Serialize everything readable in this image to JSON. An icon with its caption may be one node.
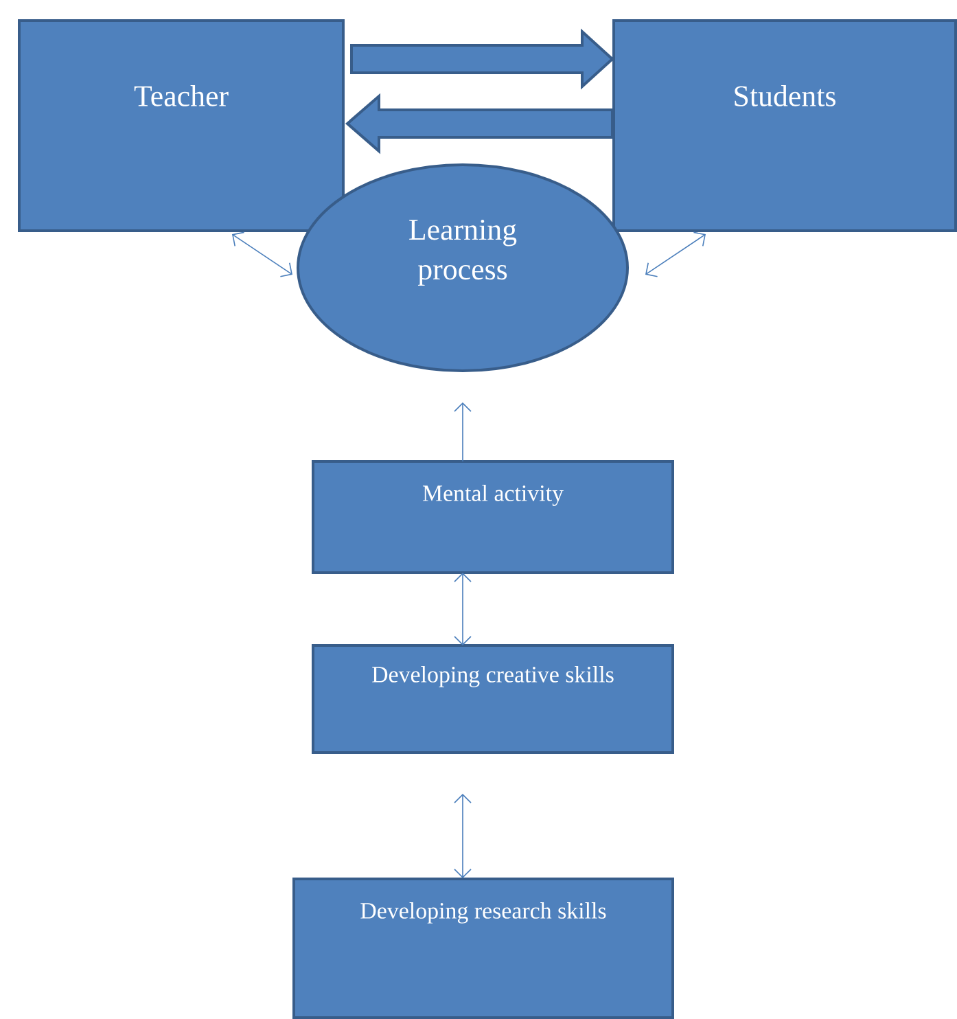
{
  "diagram": {
    "nodes": [
      {
        "text": [
          "Teacher"
        ]
      },
      {
        "text": [
          "Students"
        ]
      },
      {
        "text": [
          "Learning process"
        ]
      },
      {
        "text": [
          "Mental activity"
        ]
      },
      {
        "text": [
          "Developing creative skills"
        ]
      },
      {
        "text": [
          "Developing research skills"
        ]
      }
    ],
    "edges": [
      {
        "from": 0,
        "to": 1,
        "arrow": "to",
        "style": "thick"
      },
      {
        "from": 1,
        "to": 0,
        "arrow": "to",
        "style": "thick"
      },
      {
        "from": 2,
        "to": 0,
        "arrow": "both"
      },
      {
        "from": 1,
        "to": 2,
        "arrow": "both"
      },
      {
        "from": 3,
        "to": 2,
        "arrow": "to"
      },
      {
        "from": 4,
        "to": 3,
        "arrow": "both"
      },
      {
        "from": 5,
        "to": 4,
        "arrow": "both"
      }
    ]
  }
}
